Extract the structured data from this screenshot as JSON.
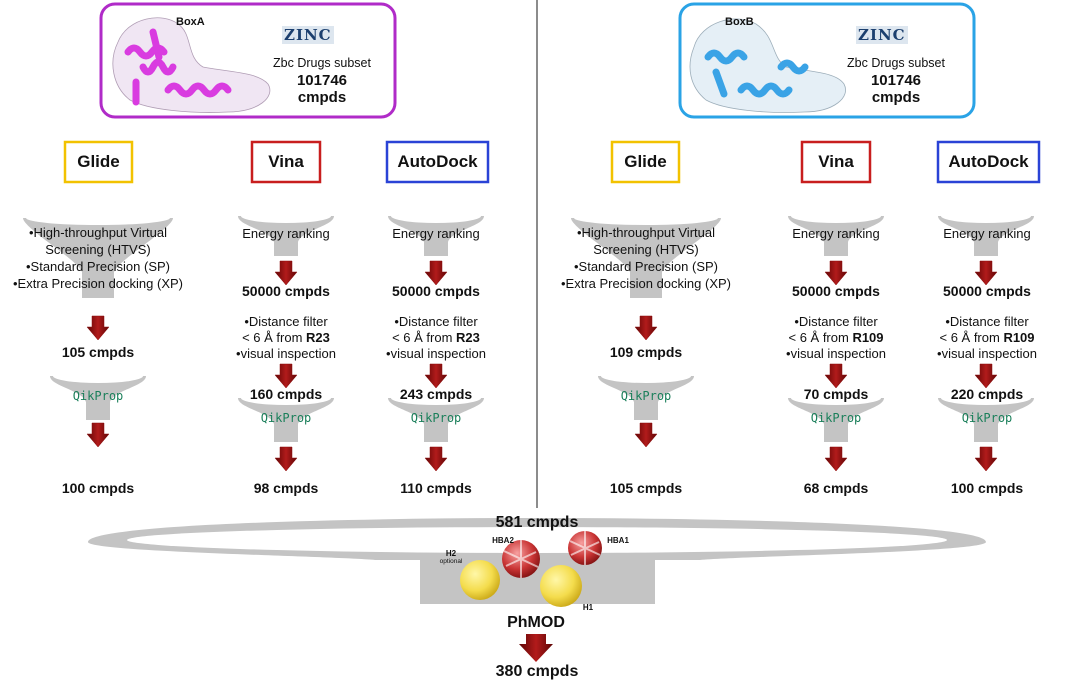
{
  "colors": {
    "glide": "#f2c200",
    "vina": "#c81e1e",
    "autodock": "#2a43d6",
    "boxA_border": "#b02bc8",
    "boxB_border": "#2aa3e6",
    "proteinA": "#d93ce0",
    "proteinB": "#3aa3e6",
    "funnel": "#c4c4c4",
    "arrow": "#8b0d0d",
    "qikprop": "#1a7f5a"
  },
  "panels": {
    "A": {
      "box_label": "BoxA",
      "zinc_logo": "ZINC",
      "subset_line": "Zbc Drugs subset",
      "count_line": "101746",
      "unit_line": "cmpds",
      "glide": {
        "label": "Glide",
        "steps": [
          "•High-throughput Virtual",
          "Screening (HTVS)",
          "•Standard Precision (SP)",
          "•Extra Precision docking (XP)"
        ],
        "after_docking": "105 cmpds",
        "qikprop": "QikProp",
        "final": "100 cmpds"
      },
      "vina": {
        "label": "Vina",
        "ranking": "Energy ranking",
        "after_ranking": "50000 cmpds",
        "filter1": "•Distance filter",
        "filter2_prefix": "< 6 Å from ",
        "filter2_residue": "R23",
        "filter3": "•visual inspection",
        "after_filter": "160 cmpds",
        "qikprop": "QikProp",
        "final": "98 cmpds"
      },
      "autodock": {
        "label": "AutoDock",
        "ranking": "Energy ranking",
        "after_ranking": "50000 cmpds",
        "filter1": "•Distance filter",
        "filter2_prefix": "< 6 Å from ",
        "filter2_residue": "R23",
        "filter3": "•visual inspection",
        "after_filter": "243 cmpds",
        "qikprop": "QikProp",
        "final": "110 cmpds"
      }
    },
    "B": {
      "box_label": "BoxB",
      "zinc_logo": "ZINC",
      "subset_line": "Zbc Drugs subset",
      "count_line": "101746",
      "unit_line": "cmpds",
      "glide": {
        "label": "Glide",
        "steps": [
          "•High-throughput Virtual",
          "Screening (HTVS)",
          "•Standard Precision (SP)",
          "•Extra Precision docking (XP)"
        ],
        "after_docking": "109 cmpds",
        "qikprop": "QikProp",
        "final": "105 cmpds"
      },
      "vina": {
        "label": "Vina",
        "ranking": "Energy ranking",
        "after_ranking": "50000 cmpds",
        "filter1": "•Distance filter",
        "filter2_prefix": "< 6 Å from ",
        "filter2_residue": "R109",
        "filter3": "•visual inspection",
        "after_filter": "70 cmpds",
        "qikprop": "QikProp",
        "final": "68 cmpds"
      },
      "autodock": {
        "label": "AutoDock",
        "ranking": "Energy ranking",
        "after_ranking": "50000 cmpds",
        "filter1": "•Distance filter",
        "filter2_prefix": "< 6 Å from ",
        "filter2_residue": "R109",
        "filter3": "•visual inspection",
        "after_filter": "220 cmpds",
        "qikprop": "QikProp",
        "final": "100 cmpds"
      }
    }
  },
  "bottom": {
    "pooled": "581 cmpds",
    "pharmacophore": {
      "hba2": "HBA2",
      "hba1": "HBA1",
      "h2": "H2",
      "h2_note": "optional",
      "h1": "H1"
    },
    "method": "PhMOD",
    "final": "380 cmpds"
  }
}
